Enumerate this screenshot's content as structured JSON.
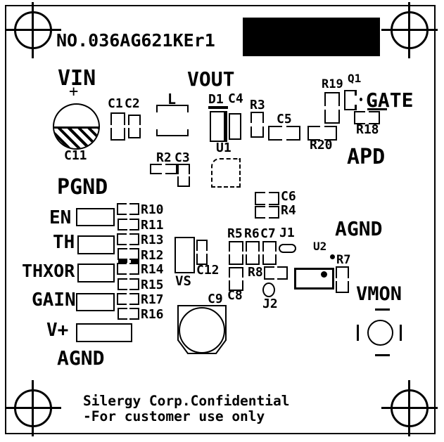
{
  "title": {
    "part_number": "NO.036AG621KEr1"
  },
  "nets": {
    "vin": "VIN",
    "plus": "+",
    "vout": "VOUT",
    "gate": "GATE",
    "apd": "APD",
    "pgnd": "PGND",
    "en": "EN",
    "th": "TH",
    "thxor": "THXOR",
    "gain": "GAIN",
    "vplus": "V+",
    "agnd_left": "AGND",
    "agnd_right": "AGND",
    "vmon": "VMON"
  },
  "refdes": {
    "c11": "C11",
    "c1": "C1",
    "c2": "C2",
    "l": "L",
    "d1": "D1",
    "c4": "C4",
    "u1": "U1",
    "r2": "R2",
    "c3": "C3",
    "r3": "R3",
    "c5": "C5",
    "r19": "R19",
    "q1": "Q1",
    "r18": "R18",
    "r20": "R20",
    "c6": "C6",
    "r4": "R4",
    "r10": "R10",
    "r11": "R11",
    "r13": "R13",
    "r12": "R12",
    "r14": "R14",
    "r15": "R15",
    "r17": "R17",
    "r16": "R16",
    "r5": "R5",
    "r6": "R6",
    "c7": "C7",
    "j1": "J1",
    "vs": "VS",
    "c12": "C12",
    "r8": "R8",
    "c8": "C8",
    "c9": "C9",
    "j2": "J2",
    "u2": "U2",
    "r7": "R7"
  },
  "footer": {
    "line1": "Silergy Corp.Confidential",
    "line2": "-For customer use only"
  },
  "colors": {
    "silkscreen": "#000000",
    "board": "#ffffff"
  }
}
